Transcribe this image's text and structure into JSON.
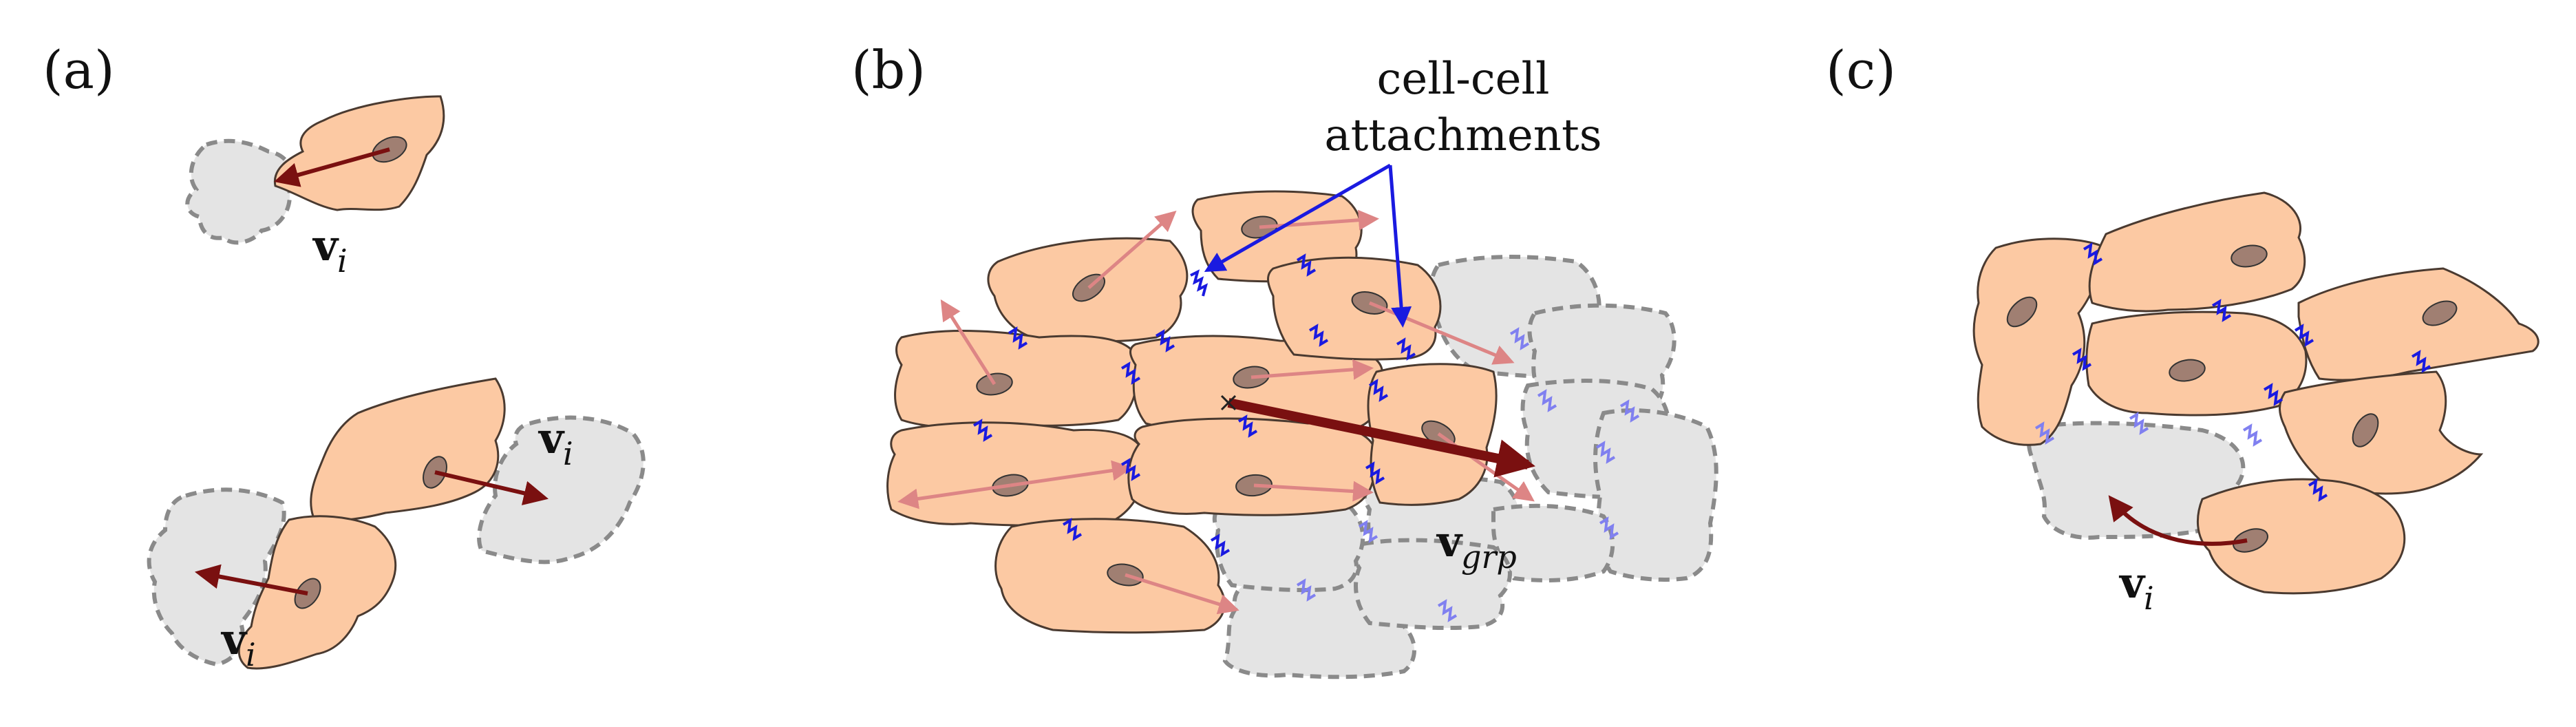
{
  "panels": [
    {
      "label": "(a)"
    },
    {
      "label": "(b)"
    },
    {
      "label": "(c)"
    }
  ],
  "annotation": {
    "line1": "cell-cell",
    "line2": "attachments"
  },
  "velocity": {
    "symbol": "v",
    "individual_subscript": "i",
    "group_subscript": "grp"
  },
  "colors": {
    "cell_fill": "#fcc9a3",
    "cell_stroke": "#4a3a30",
    "nucleus_fill": "#a07f72",
    "trail_fill": "#e4e4e4",
    "trail_stroke": "#8a8a8a",
    "individual_arrow": "#7a1010",
    "faint_arrow": "#dd8585",
    "attachment": "#1a1ae0",
    "faint_attachment": "#8080f0",
    "annotation_arrow": "#1a1ae0"
  }
}
